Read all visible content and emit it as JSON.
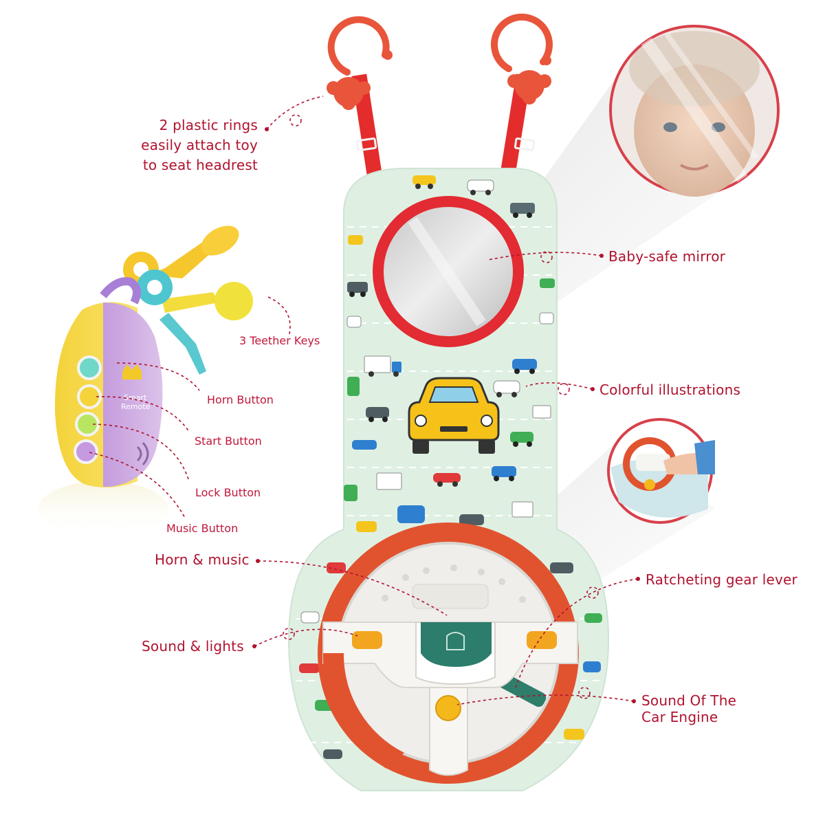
{
  "labels": {
    "rings": [
      "2 plastic rings",
      "easily attach toy",
      "to seat headrest"
    ],
    "mirror": "Baby-safe mirror",
    "teether": "3 Teether Keys",
    "horn_button": "Horn Button",
    "start_button": "Start Button",
    "lock_button": "Lock Button",
    "music_button": "Music Button",
    "illustrations": "Colorful illustrations",
    "horn_music": "Horn & music",
    "gear_lever": "Ratcheting gear lever",
    "sound_lights": "Sound & lights",
    "engine": [
      "Sound Of The",
      "Car Engine"
    ]
  },
  "remote_text": [
    "Smart",
    "Remote"
  ],
  "colors": {
    "label": "#b0122e",
    "board": "#dff0e3",
    "strap": "#e42c2c",
    "ring": "#e8553a",
    "wheel": "#e1532f",
    "mirror_frame": "#e22b32",
    "remote_yellow": "#f6d62f",
    "remote_purple": "#c9a4dd"
  }
}
